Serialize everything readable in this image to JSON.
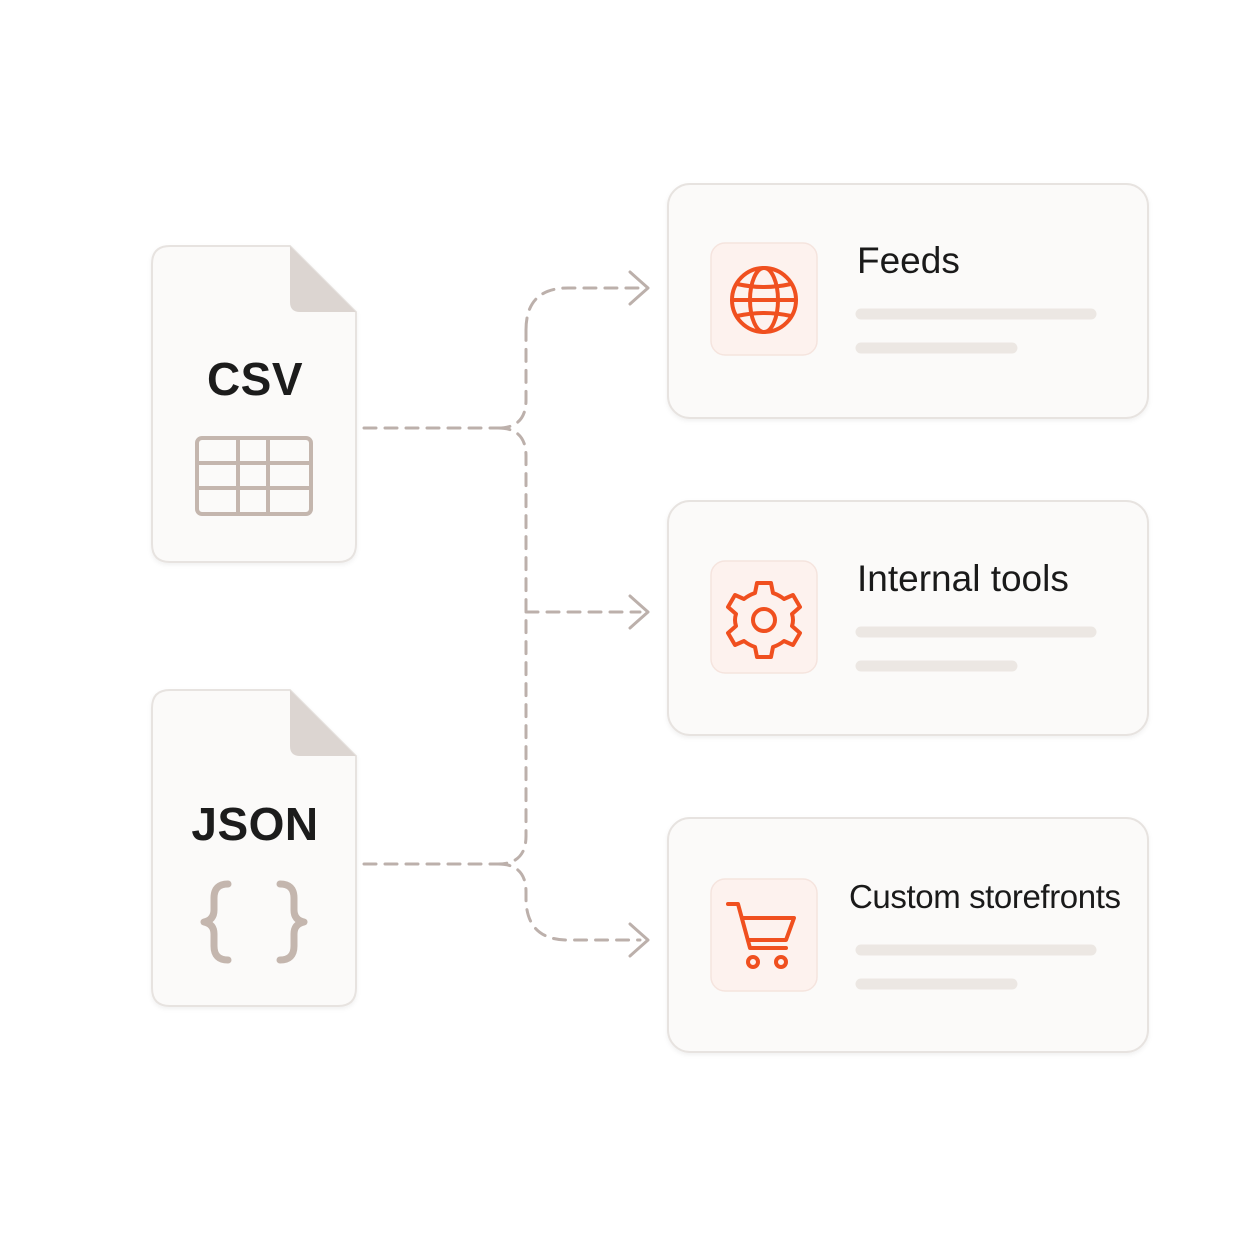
{
  "sources": [
    {
      "label": "CSV",
      "icon": "table-grid-icon"
    },
    {
      "label": "JSON",
      "icon": "curly-braces-icon"
    }
  ],
  "destinations": [
    {
      "label": "Feeds",
      "icon": "globe-icon"
    },
    {
      "label": "Internal tools",
      "icon": "gear-icon"
    },
    {
      "label": "Custom storefronts",
      "icon": "shopping-cart-icon"
    }
  ],
  "colors": {
    "accent": "#f0501f",
    "connector": "#bcb0ab",
    "card_border": "#e7e3e0",
    "card_fill": "#fbfaf9",
    "placeholder_line": "#ece7e3",
    "file_fold": "#dcd5d1",
    "file_icon": "#c4b6ae"
  }
}
